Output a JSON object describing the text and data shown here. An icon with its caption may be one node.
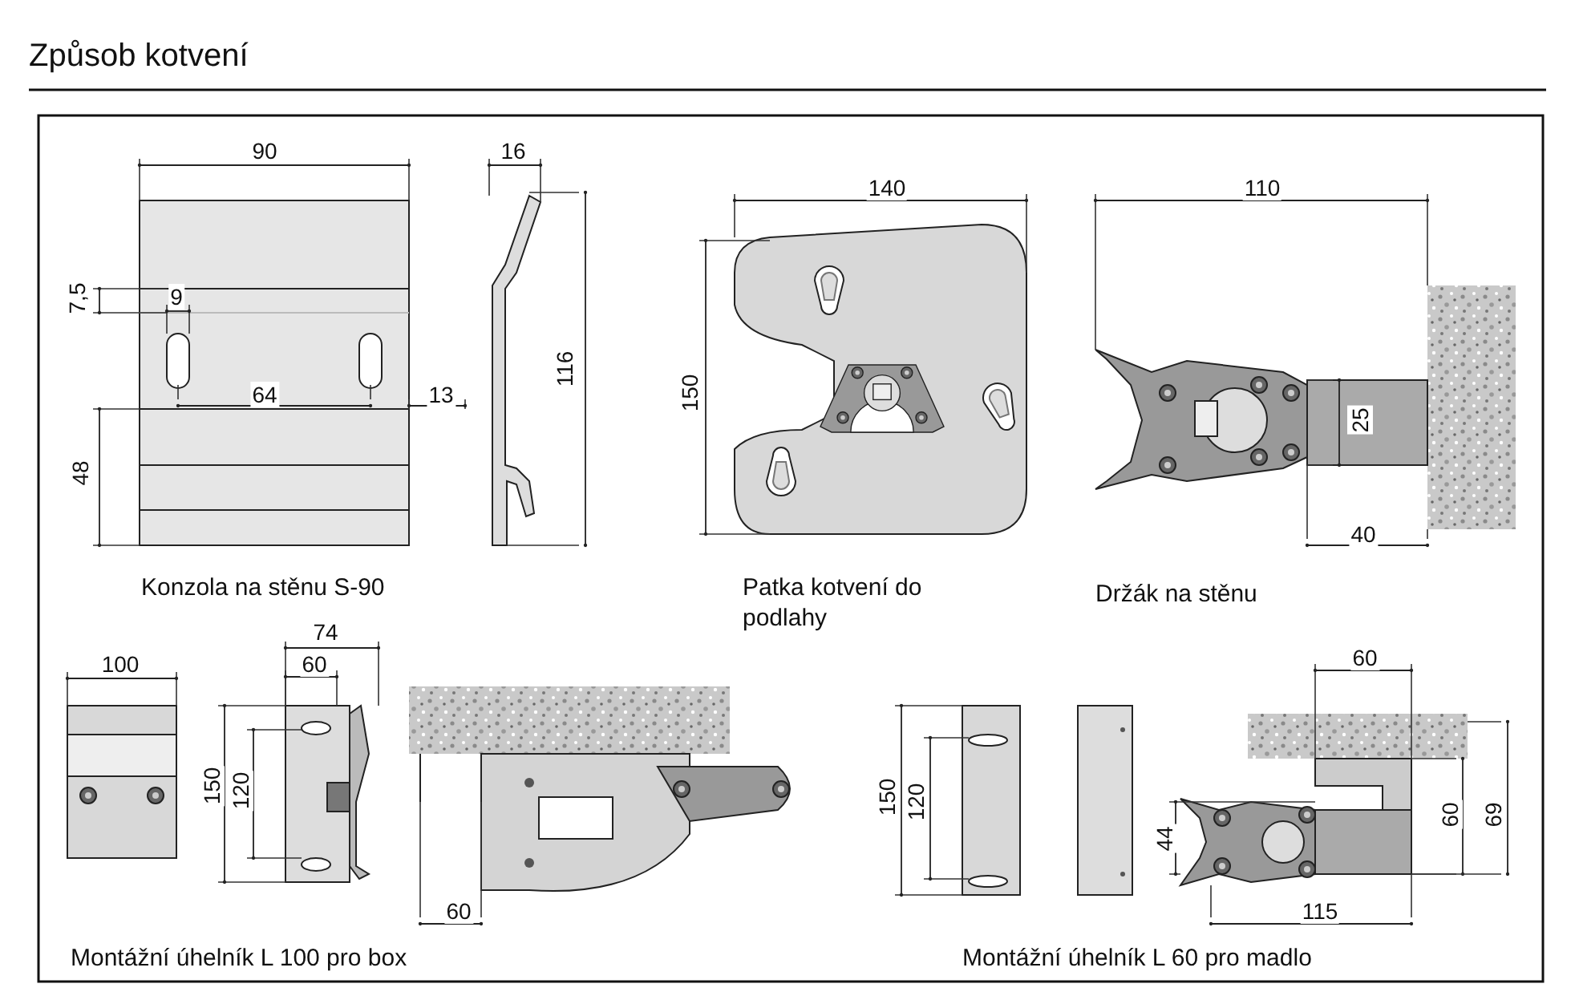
{
  "diagram": {
    "title": "Způsob kotvení",
    "labels": [
      "90",
      "16",
      "140",
      "110",
      "7,5",
      "9",
      "116",
      "150",
      "64",
      "13",
      "25",
      "48",
      "40",
      "Konzola na stěnu S-90",
      "Patka kotvení do podlahy",
      "Držák na stěnu",
      "74",
      "100",
      "60",
      "60",
      "150",
      "120",
      "150",
      "120",
      "60",
      "69",
      "44",
      "60",
      "115",
      "Montážní úhelník L 100 pro box",
      "Montážní úhelník L 60 pro madlo"
    ]
  }
}
